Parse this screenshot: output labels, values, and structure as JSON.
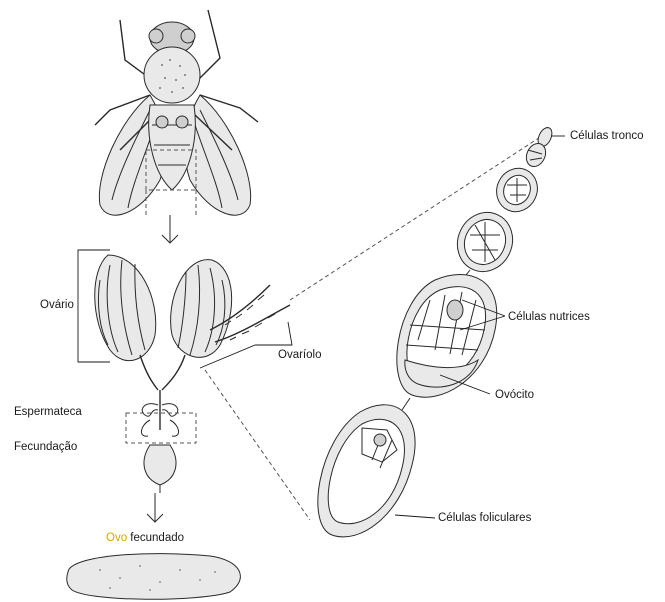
{
  "labels": {
    "ovario": "Ovário",
    "ovariolo": "Ovaríolo",
    "espermateca": "Espermateca",
    "fecundacao": "Fecundação",
    "ovo_highlight": "Ovo",
    "ovo_rest": " fecundado",
    "celulas_tronco": "Células tronco",
    "celulas_nutrices": "Células nutrices",
    "ovocito": "Ovócito",
    "celulas_foliculares": "Células foliculares"
  },
  "colors": {
    "highlight": "#f2c200",
    "ink": "#2a2a2a"
  }
}
